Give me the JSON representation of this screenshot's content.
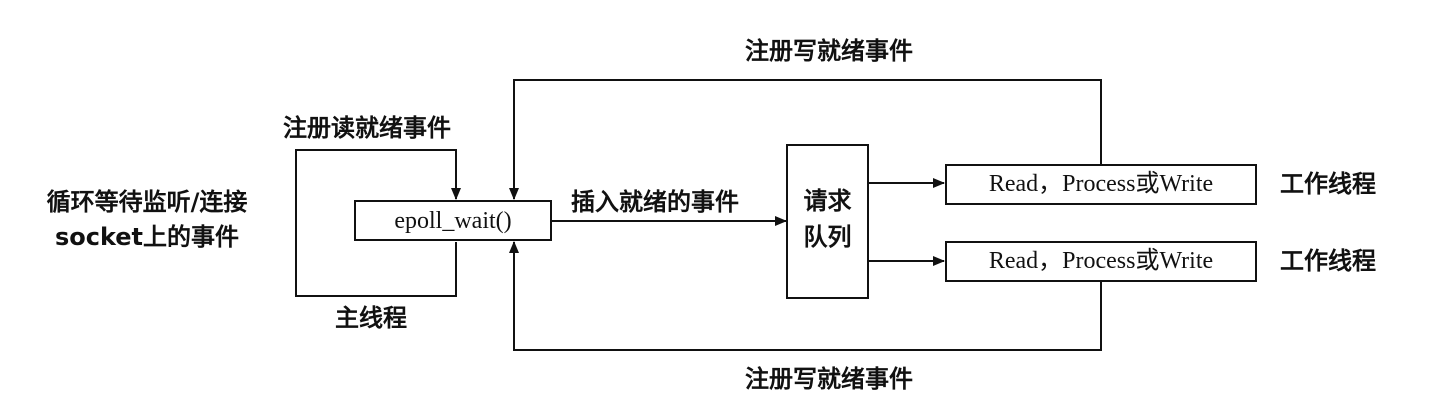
{
  "labels": {
    "top_register_write": "注册写就绪事件",
    "bottom_register_write": "注册写就绪事件",
    "register_read": "注册读就绪事件",
    "loop_wait_line1": "循环等待监听/连接",
    "loop_wait_line2": "socket上的事件",
    "main_thread": "主线程",
    "insert_ready": "插入就绪的事件",
    "epoll_wait": "epoll_wait()",
    "request_queue_line1": "请求",
    "request_queue_line2": "队列",
    "worker_task_1": "Read，Process或Write",
    "worker_task_2": "Read，Process或Write",
    "worker_thread_1": "工作线程",
    "worker_thread_2": "工作线程"
  }
}
